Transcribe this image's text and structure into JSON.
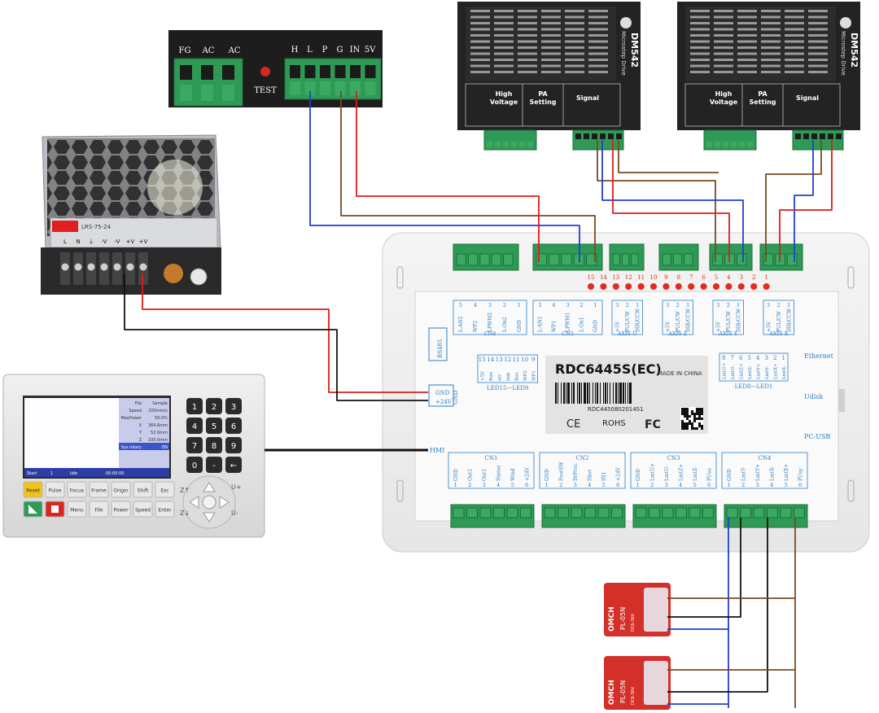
{
  "laser_psu": {
    "left_terminals": [
      "FG",
      "AC",
      "AC"
    ],
    "test_label": "TEST",
    "right_terminals": [
      "H",
      "L",
      "P",
      "G",
      "IN",
      "5V"
    ]
  },
  "drivers": [
    {
      "name": "DM542",
      "subtitle": "Microstep Drive",
      "sections": [
        "High Voltage",
        "PA Setting",
        "Signal"
      ]
    },
    {
      "name": "DM542",
      "subtitle": "Microstep Drive",
      "sections": [
        "High Voltage",
        "PA Setting",
        "Signal"
      ]
    }
  ],
  "psu24": {
    "model": "LRS-75-24",
    "terminals": [
      "L",
      "N",
      "⏚",
      "-V",
      "-V",
      "+V",
      "+V"
    ]
  },
  "panel": {
    "screen": {
      "rows": [
        {
          "label": "File",
          "value": "Sample"
        },
        {
          "label": "Speed",
          "value": "200mm/s"
        },
        {
          "label": "MaxPower",
          "value": "50.0%"
        },
        {
          "label": "X",
          "value": "364.6mm"
        },
        {
          "label": "Y",
          "value": "52.6mm"
        },
        {
          "label": "Z",
          "value": "100.0mm"
        },
        {
          "label": "Sys rotary",
          "value": "ON"
        }
      ],
      "status": [
        "Start",
        "1",
        "Idle",
        "00:00:00"
      ]
    },
    "numkeys": [
      "1",
      "2",
      "3",
      "4",
      "5",
      "6",
      "7",
      "8",
      "9",
      "0",
      "-",
      "←"
    ],
    "fn_row1": [
      "Reset",
      "Pulse",
      "Focus",
      "Frame",
      "Origin",
      "Shift",
      "Esc"
    ],
    "fn_row2": [
      "Start",
      "Stop",
      "Menu",
      "File",
      "Power",
      "Speed",
      "Enter"
    ],
    "dpad": [
      "Z↑",
      "Z↓",
      "U+",
      "U-"
    ]
  },
  "controller": {
    "model": "RDC6445S(EC)",
    "made_in": "MADE IN CHINA",
    "serial": "RDC4450802014S1",
    "marks": [
      "CE",
      "ROHS",
      "FC"
    ],
    "top_pins": [
      "15",
      "14",
      "13",
      "12",
      "11",
      "10",
      "9",
      "8",
      "7",
      "6",
      "5",
      "4",
      "3",
      "2",
      "1"
    ],
    "top_groups": [
      {
        "name": "CN6",
        "pins": [
          "L-AN2",
          "WP2",
          "LPWM2",
          "L-On2",
          "GND"
        ],
        "nums": [
          "5",
          "4",
          "3",
          "2",
          "1"
        ]
      },
      {
        "name": "CN5",
        "pins": [
          "L-AN1",
          "WP1",
          "LPWM1",
          "L-On1",
          "GND"
        ],
        "nums": [
          "5",
          "4",
          "3",
          "2",
          "1"
        ]
      },
      {
        "name": "AXIS U",
        "pins": [
          "+5V",
          "PUL/CW",
          "DIR/CCW"
        ],
        "nums": [
          "3",
          "2",
          "1"
        ]
      },
      {
        "name": "AXIS Z",
        "pins": [
          "+5V",
          "PUL/CW",
          "DIR/CCW"
        ],
        "nums": [
          "3",
          "2",
          "1"
        ]
      },
      {
        "name": "AXIS Y",
        "pins": [
          "+5V",
          "PUL/CW",
          "DIR/CCW"
        ],
        "nums": [
          "3",
          "2",
          "1"
        ]
      },
      {
        "name": "AXIS X",
        "pins": [
          "+5V",
          "PUL/CW",
          "DIR/CCW"
        ],
        "nums": [
          "3",
          "2",
          "1"
        ]
      }
    ],
    "led_left": {
      "name": "LED15---LED9",
      "nums": [
        "15",
        "14",
        "13",
        "12",
        "11",
        "10",
        "9"
      ],
      "pins": [
        "+5V",
        "Run",
        "err",
        "link",
        "Bus",
        "WP2",
        "WP1"
      ]
    },
    "led_right": {
      "name": "LED8---LED1",
      "nums": [
        "8",
        "7",
        "6",
        "5",
        "4",
        "3",
        "2",
        "1"
      ],
      "pins": [
        "LmtU+",
        "LmtU-",
        "LmtZ+",
        "LmtZ-",
        "LmtY+",
        "LmtY-",
        "LmtX+",
        "LmtX-"
      ]
    },
    "side_labels": [
      "Ethernet",
      "Udisk",
      "PC-USB"
    ],
    "left_labels": [
      "RS485",
      "GND",
      "+24V",
      "GND",
      "HMI"
    ],
    "bottom_groups": [
      {
        "name": "CN1",
        "pins": [
          "GND",
          "Out2",
          "Out1",
          "Status",
          "Wind",
          "+24V"
        ]
      },
      {
        "name": "CN2",
        "pins": [
          "GND",
          "FootSW",
          "DrProc",
          "Shot",
          "IN1",
          "+24V"
        ]
      },
      {
        "name": "CN3",
        "pins": [
          "GND",
          "LmtU+",
          "LmtU-",
          "LmtZ+",
          "LmtZ-",
          "PUsu"
        ]
      },
      {
        "name": "CN4",
        "pins": [
          "GND",
          "LmtY-",
          "LmtY+",
          "LmtX-",
          "LmtX+",
          "PUsy"
        ]
      }
    ],
    "bottom_nums": [
      "1",
      "2",
      "3",
      "4",
      "5",
      "6"
    ]
  },
  "sensors": [
    {
      "brand": "OMCH",
      "model": "PL-05N",
      "spec": "DC6-36V"
    },
    {
      "brand": "OMCH",
      "model": "PL-05N",
      "spec": "DC6-36V"
    }
  ],
  "colors": {
    "red": "#e01b1b",
    "blue": "#1f3fd6",
    "brown": "#7a4a1e",
    "black": "#111111",
    "terminal_green": "#2f9a55",
    "led_red": "#e22b1d",
    "label_blue": "#2a7dc4"
  }
}
